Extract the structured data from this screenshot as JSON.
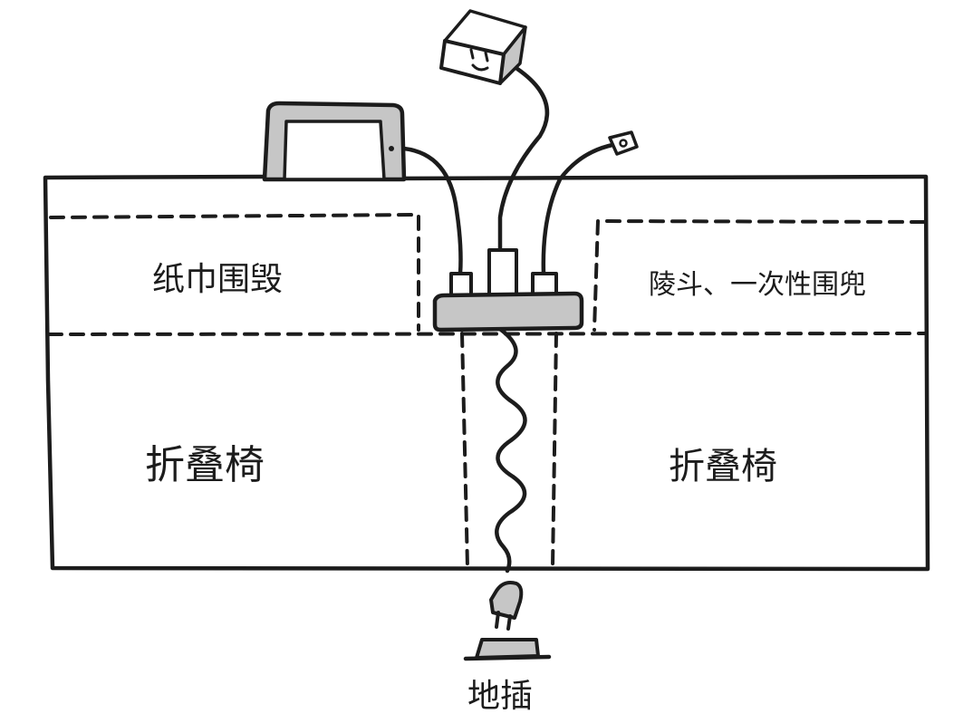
{
  "labels": {
    "top_left": "纸巾围毁",
    "top_right": "陵斗、一次性围兜",
    "bottom_left": "折叠椅",
    "bottom_right": "折叠椅",
    "floor_socket": "地插"
  },
  "colors": {
    "ink": "#1c1c1c",
    "device_fill": "#c6c6c6",
    "screen_fill": "#ffffff",
    "background": "#ffffff"
  },
  "icons": {
    "tablet": "tablet-icon",
    "socket_cube": "socket-cube-icon",
    "usb_plug": "usb-plug-icon",
    "power_strip": "power-strip-icon",
    "power_plug": "power-plug-icon",
    "floor_socket": "floor-socket-icon"
  }
}
